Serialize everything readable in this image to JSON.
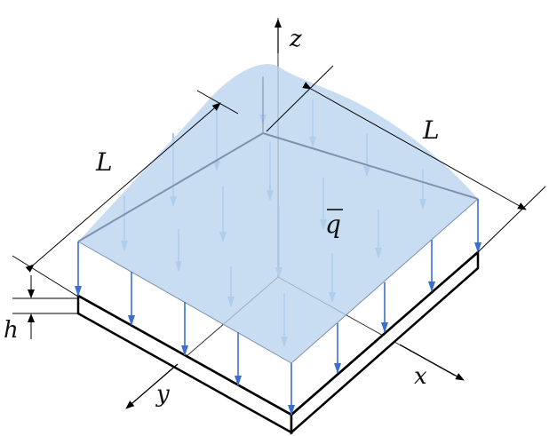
{
  "labels": {
    "z": "z",
    "y": "y",
    "x": "x",
    "L_left": "L",
    "L_right": "L",
    "h": "h",
    "q": "q"
  },
  "colors": {
    "load_fill": "#b9d3ee",
    "arrow_back": "#8fb4e2",
    "arrow_front": "#3a6fd0",
    "edge": "#000000"
  }
}
